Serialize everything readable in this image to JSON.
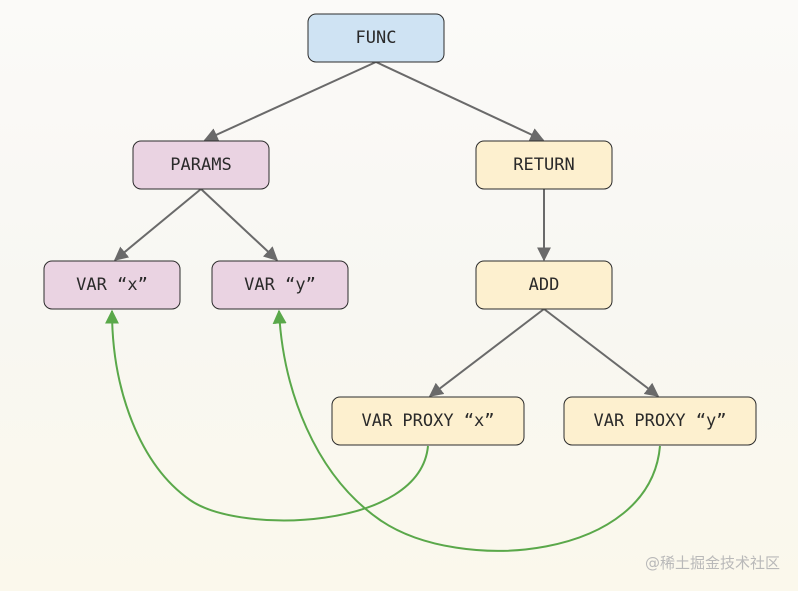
{
  "nodes": {
    "func": "FUNC",
    "params": "PARAMS",
    "return": "RETURN",
    "var_x": "VAR “x”",
    "var_y": "VAR “y”",
    "add": "ADD",
    "proxy_x": "VAR PROXY “x”",
    "proxy_y": "VAR PROXY “y”"
  },
  "colors": {
    "func": "#cfe3f3",
    "params_group": "#ead3e2",
    "return_group": "#fdf0cf",
    "tree_edge": "#6a6a6a",
    "reference_edge": "#5aa84a"
  },
  "watermark": "@稀土掘金技术社区"
}
